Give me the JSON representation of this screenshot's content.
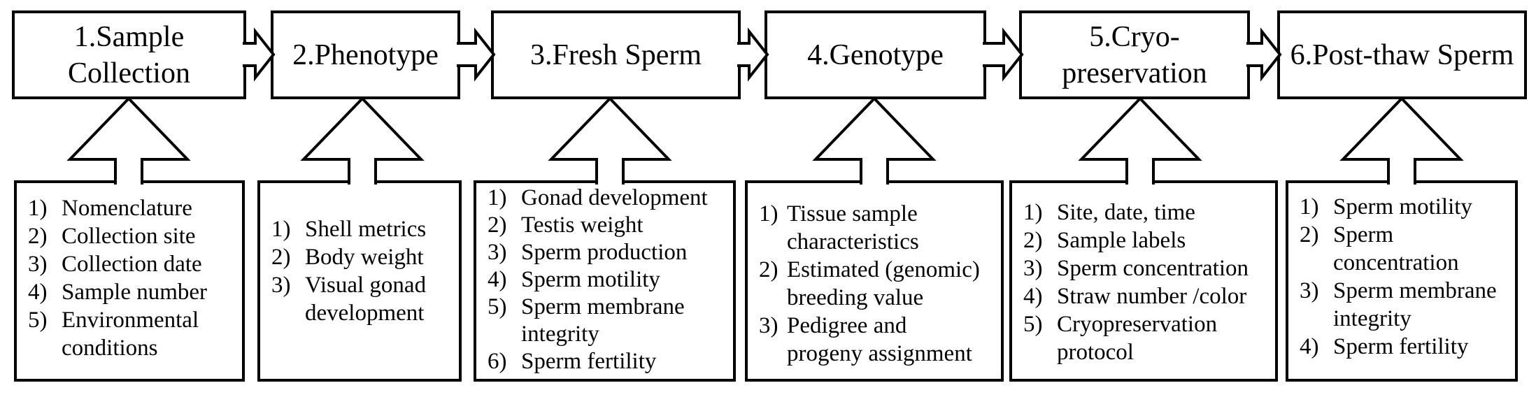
{
  "figure": {
    "type": "flow-diagram",
    "colors": {
      "line": "#000000",
      "background": "#ffffff"
    },
    "steps": [
      {
        "title": "1.Sample\nCollection",
        "items": [
          {
            "num": "1)",
            "text": "Nomenclature"
          },
          {
            "num": "2)",
            "text": "Collection site"
          },
          {
            "num": "3)",
            "text": "Collection date"
          },
          {
            "num": "4)",
            "text": "Sample number"
          },
          {
            "num": "5)",
            "text": "Environmental\nconditions"
          }
        ]
      },
      {
        "title": "2.Phenotype",
        "items": [
          {
            "num": "1)",
            "text": "Shell metrics"
          },
          {
            "num": "2)",
            "text": "Body weight"
          },
          {
            "num": "3)",
            "text": "Visual gonad\ndevelopment"
          }
        ]
      },
      {
        "title": "3.Fresh Sperm",
        "items": [
          {
            "num": "1)",
            "text": "Gonad development"
          },
          {
            "num": "2)",
            "text": "Testis weight"
          },
          {
            "num": "3)",
            "text": "Sperm production"
          },
          {
            "num": "4)",
            "text": "Sperm motility"
          },
          {
            "num": "5)",
            "text": "Sperm membrane\nintegrity"
          },
          {
            "num": "6)",
            "text": "Sperm fertility"
          }
        ]
      },
      {
        "title": "4.Genotype",
        "items": [
          {
            "num": "1)",
            "text": "Tissue sample\ncharacteristics"
          },
          {
            "num": "2)",
            "text": "Estimated (genomic)\nbreeding value"
          },
          {
            "num": "3)",
            "text": "Pedigree and\nprogeny assignment"
          }
        ]
      },
      {
        "title": "5.Cryo-\npreservation",
        "items": [
          {
            "num": "1)",
            "text": "Site, date, time"
          },
          {
            "num": "2)",
            "text": "Sample labels"
          },
          {
            "num": "3)",
            "text": "Sperm concentration"
          },
          {
            "num": "4)",
            "text": "Straw number /color"
          },
          {
            "num": "5)",
            "text": "Cryopreservation\nprotocol"
          }
        ]
      },
      {
        "title": "6.Post-thaw Sperm",
        "items": [
          {
            "num": "1)",
            "text": "Sperm motility"
          },
          {
            "num": "2)",
            "text": "Sperm\nconcentration"
          },
          {
            "num": "3)",
            "text": "Sperm membrane\nintegrity"
          },
          {
            "num": "4)",
            "text": "Sperm fertility"
          }
        ]
      }
    ]
  }
}
